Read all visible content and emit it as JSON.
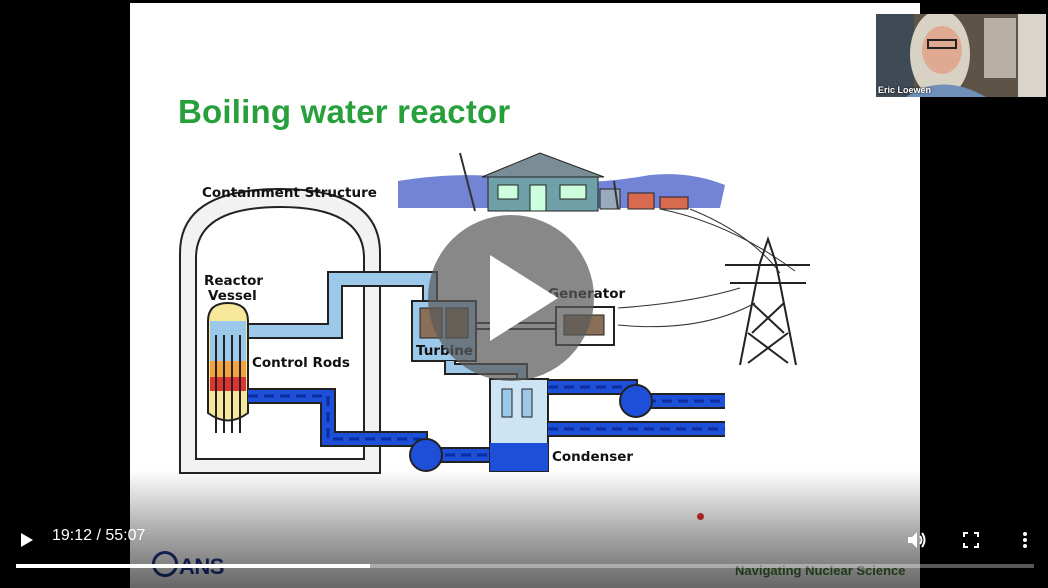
{
  "slide": {
    "title": "Boiling water reactor",
    "labels": {
      "containment": "Containment Structure",
      "reactor_line1": "Reactor",
      "reactor_line2": "Vessel",
      "control_rods": "Control Rods",
      "generator": "Generator",
      "turbine": "Turbine",
      "condenser": "Condenser"
    },
    "footer_logo": "ANS",
    "footer_tagline": "Navigating Nuclear Science"
  },
  "webcam": {
    "name": "Eric Loewen"
  },
  "player": {
    "current_time": "19:12",
    "duration": "55:07",
    "time_display": "19:12 / 55:07",
    "progress_fraction": 0.348,
    "icons": {
      "play": "play-icon",
      "big_play": "big-play-icon",
      "volume": "volume-icon",
      "fullscreen": "fullscreen-icon",
      "more": "more-vert-icon"
    }
  },
  "colors": {
    "title_green": "#27a03c",
    "pipe_blue": "#1e4fd8",
    "steam_blue": "#9cc8ea"
  }
}
